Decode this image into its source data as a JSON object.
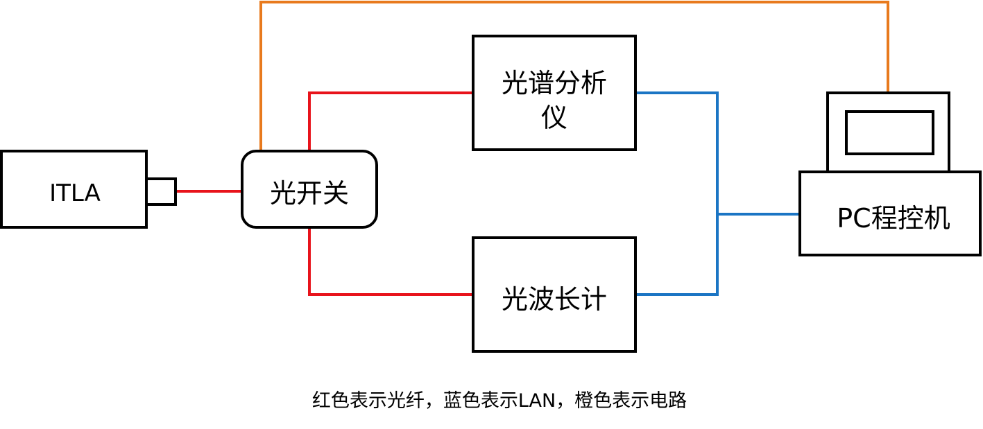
{
  "nodes": {
    "itla": "ITLA",
    "optical_switch": "光开关",
    "spectrum_analyzer_line1": "光谱分析",
    "spectrum_analyzer_line2": "仪",
    "wavemeter": "光波长计",
    "pc": "PC程控机"
  },
  "caption": "红色表示光纤，蓝色表示LAN，橙色表示电路",
  "colors": {
    "fiber": "#e8131b",
    "lan": "#1b75c4",
    "power": "#e87a1d",
    "outline": "#000000"
  },
  "icons": [
    "computer-icon"
  ]
}
